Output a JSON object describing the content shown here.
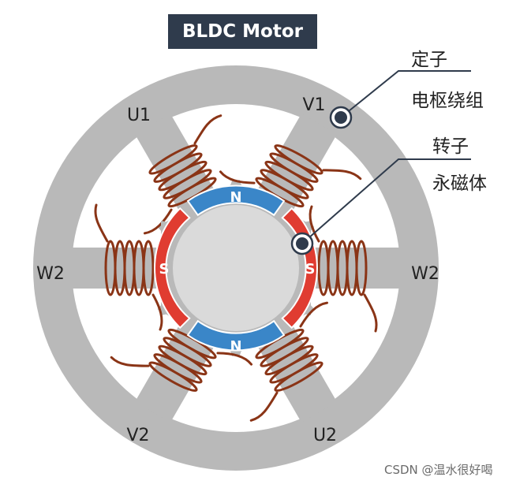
{
  "title": "BLDC Motor",
  "labels": {
    "stator": "定子",
    "armature": "电枢绕组",
    "rotor": "转子",
    "magnet": "永磁体"
  },
  "coils": [
    "U1",
    "V1",
    "W2",
    "W2",
    "V2",
    "U2"
  ],
  "poles": {
    "north": "N",
    "south": "S"
  },
  "watermark": "CSDN @温水很好喝",
  "colors": {
    "stator": "#b9b9b9",
    "rotor_core": "#dadada",
    "north_magnet": "#3a86c8",
    "south_magnet": "#e03c31",
    "winding": "#8a3416",
    "title_bg": "#2f3b4c",
    "callout": "#2f3b4c"
  }
}
